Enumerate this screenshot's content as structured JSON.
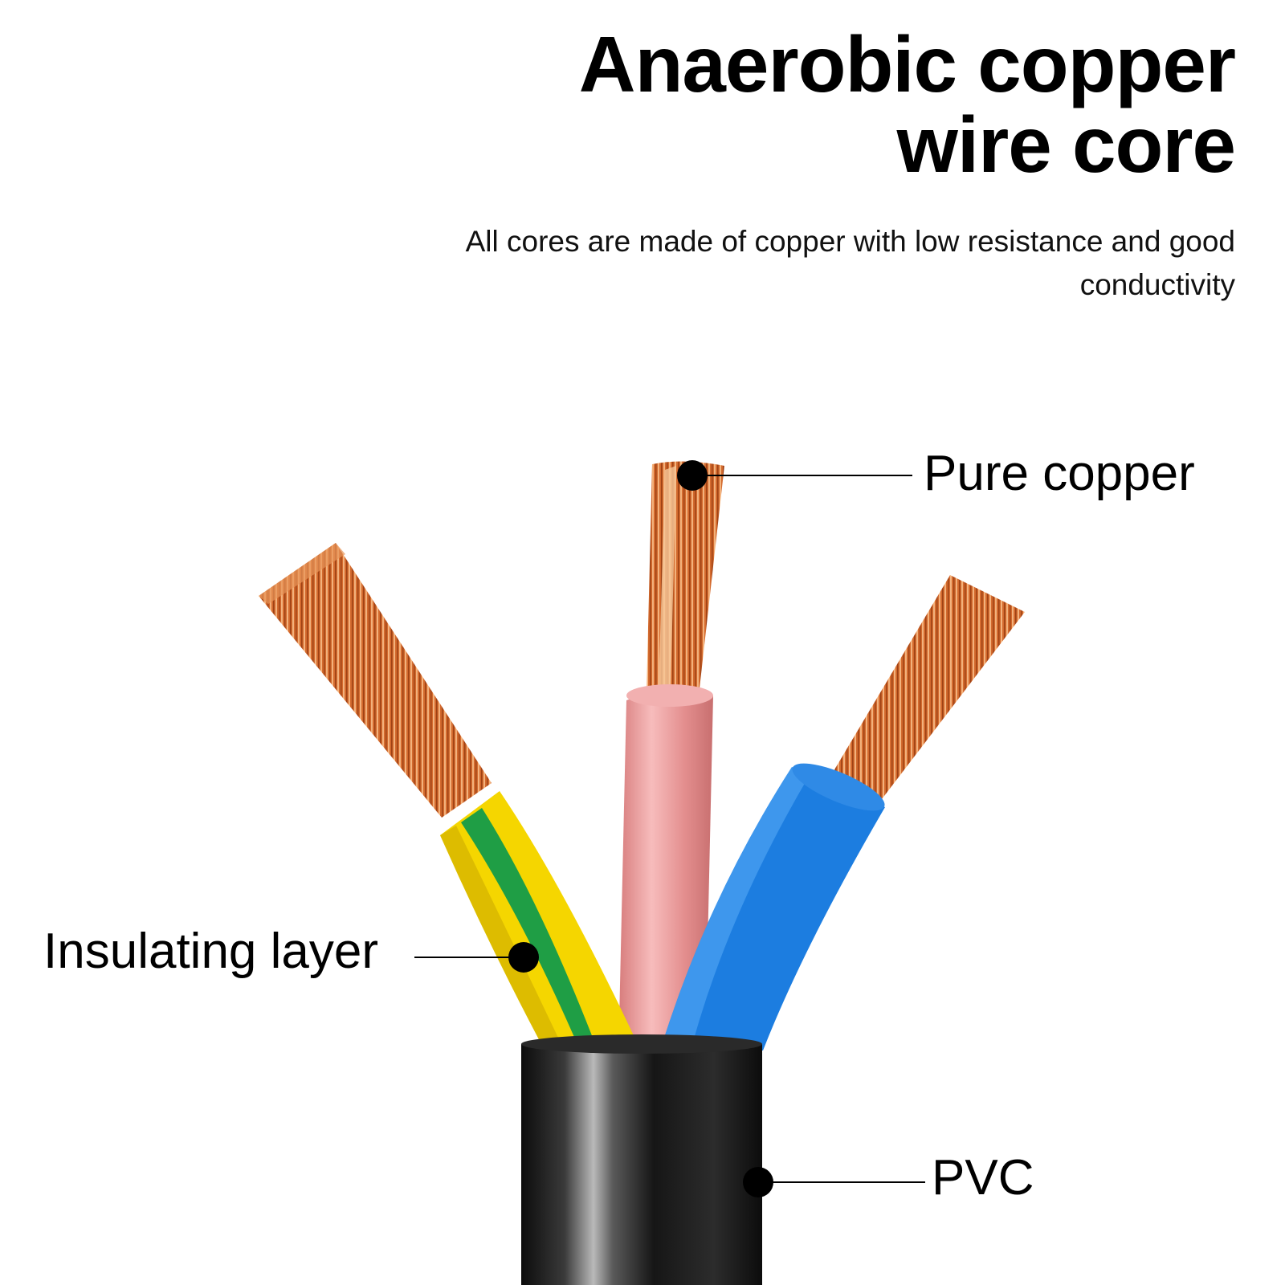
{
  "header": {
    "title_line1": "Anaerobic copper",
    "title_line2": "wire core",
    "subtitle_line1": "All cores are made of copper with low resistance and good",
    "subtitle_line2": "conductivity"
  },
  "callouts": {
    "pure_copper": "Pure copper",
    "insulating_layer": "Insulating layer",
    "pvc": "PVC"
  },
  "colors": {
    "copper": "#c9622a",
    "copper_light": "#f0a868",
    "yellow_insulation": "#f5d600",
    "green_stripe": "#1f9e45",
    "pink_insulation": "#e79a9a",
    "blue_insulation": "#1c7de0",
    "pvc_jacket": "#1a1a1a"
  }
}
